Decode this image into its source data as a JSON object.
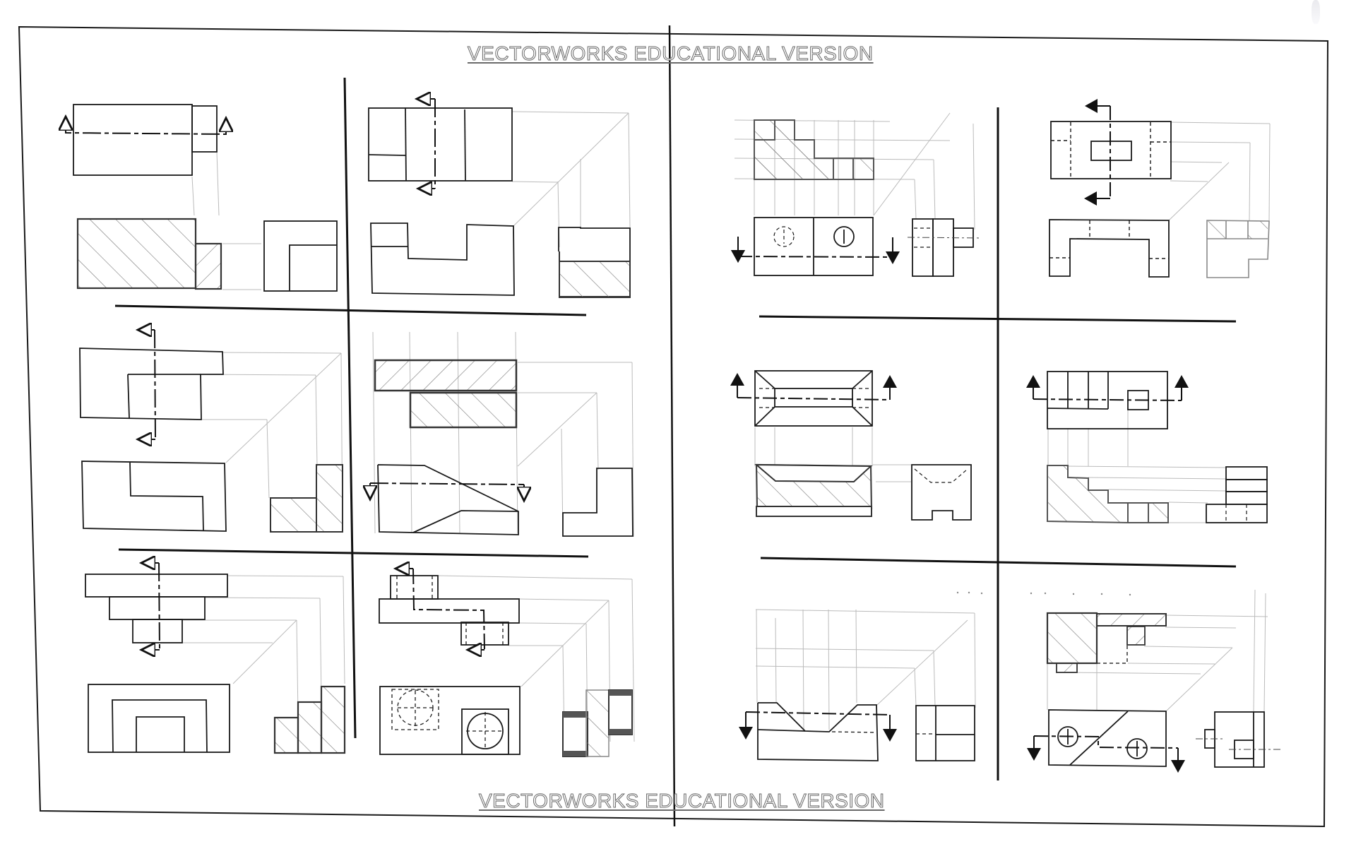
{
  "sheet": {
    "watermark_top": "VECTORWORKS EDUCATIONAL VERSION",
    "watermark_bottom": "VECTORWORKS EDUCATIONAL VERSION",
    "ink_color": "#1a1a1a",
    "construction_color": "#b8b8b8",
    "hatch_color": "#6a6a6a",
    "paper_color": "#ffffff"
  },
  "layout": {
    "halves": 2,
    "rows_per_half": 3,
    "cols_per_half": 2,
    "total_exercises": 12
  },
  "exercises": [
    {
      "id": 1,
      "half": "left",
      "row": 1,
      "col": 1,
      "section_type": "full-section-horizontal",
      "hatched_view": "front",
      "cutting_arrows": "up"
    },
    {
      "id": 2,
      "half": "left",
      "row": 1,
      "col": 2,
      "section_type": "full-section-vertical",
      "hatched_view": "side",
      "cutting_arrows": "left"
    },
    {
      "id": 3,
      "half": "left",
      "row": 2,
      "col": 1,
      "section_type": "full-section-vertical",
      "hatched_view": "side",
      "cutting_arrows": "left"
    },
    {
      "id": 4,
      "half": "left",
      "row": 2,
      "col": 2,
      "section_type": "full-section-horizontal",
      "hatched_view": "top",
      "cutting_arrows": "down"
    },
    {
      "id": 5,
      "half": "left",
      "row": 3,
      "col": 1,
      "section_type": "full-section-vertical",
      "hatched_view": "side",
      "cutting_arrows": "left"
    },
    {
      "id": 6,
      "half": "left",
      "row": 3,
      "col": 2,
      "section_type": "offset-section",
      "hatched_view": "side",
      "cutting_arrows": "left"
    },
    {
      "id": 7,
      "half": "right",
      "row": 1,
      "col": 1,
      "section_type": "full-section-horizontal",
      "hatched_view": "top",
      "cutting_arrows": "down"
    },
    {
      "id": 8,
      "half": "right",
      "row": 1,
      "col": 2,
      "section_type": "full-section-vertical",
      "hatched_view": "side",
      "cutting_arrows": "left"
    },
    {
      "id": 9,
      "half": "right",
      "row": 2,
      "col": 1,
      "section_type": "full-section-horizontal",
      "hatched_view": "front",
      "cutting_arrows": "up"
    },
    {
      "id": 10,
      "half": "right",
      "row": 2,
      "col": 2,
      "section_type": "full-section-horizontal",
      "hatched_view": "front",
      "cutting_arrows": "up"
    },
    {
      "id": 11,
      "half": "right",
      "row": 3,
      "col": 1,
      "section_type": "full-section-horizontal",
      "hatched_view": "none",
      "cutting_arrows": "down"
    },
    {
      "id": 12,
      "half": "right",
      "row": 3,
      "col": 2,
      "section_type": "offset-section",
      "hatched_view": "top",
      "cutting_arrows": "down"
    }
  ]
}
